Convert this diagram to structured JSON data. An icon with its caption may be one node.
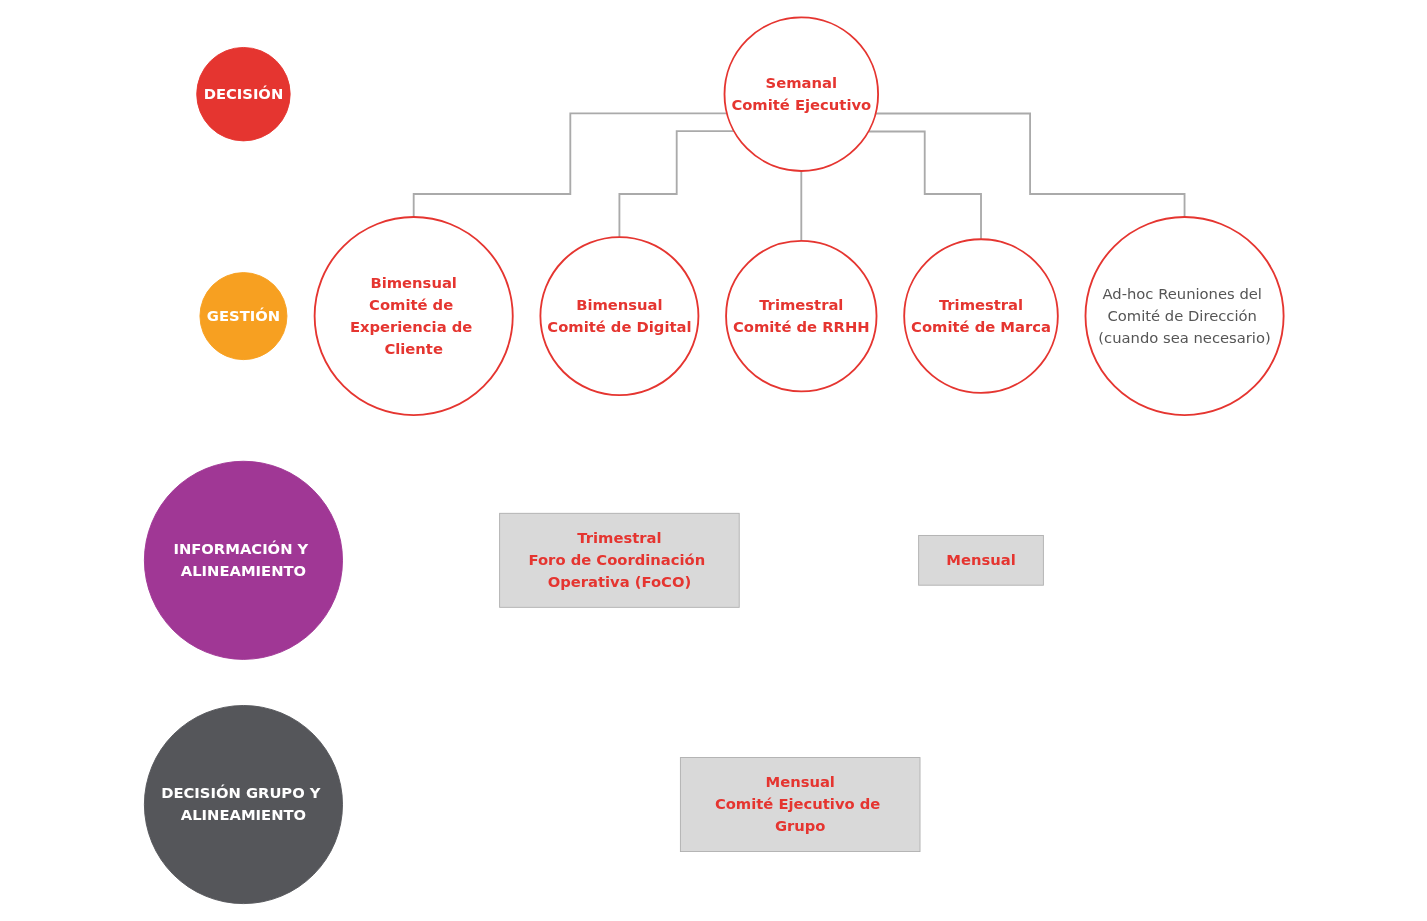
{
  "diagram": {
    "nodes": [
      {
        "text": [
          "DECISIÓN"
        ]
      },
      {
        "text": [
          "GESTIÓN"
        ]
      },
      {
        "text": [
          "INFORMACIÓN Y ALINEAMIENTO"
        ]
      },
      {
        "text": [
          "DECISIÓN GRUPO Y ALINEAMIENTO"
        ]
      },
      {
        "text": [
          "Semanal",
          "Comité Ejecutivo"
        ]
      },
      {
        "text": [
          "Bimensual",
          "Comité de Experiencia de Cliente"
        ]
      },
      {
        "text": [
          "Bimensual",
          "Comité de Digital"
        ]
      },
      {
        "text": [
          "Trimestral",
          "Comité de RRHH"
        ]
      },
      {
        "text": [
          "Trimestral",
          "Comité de Marca"
        ]
      },
      {
        "text": [
          "Ad-hoc Reuniones del Comité de Dirección (cuando sea necesario)"
        ]
      },
      {
        "text": [
          "Trimestral",
          "Foro de Coordinación Operativa (FoCO)"
        ]
      },
      {
        "text": [
          "Mensual"
        ]
      },
      {
        "text": [
          "Mensual",
          "Comité Ejecutivo de Grupo"
        ]
      }
    ],
    "edges": [
      {
        "from": 4,
        "to": 5,
        "arrow": "none"
      },
      {
        "from": 4,
        "to": 6,
        "arrow": "none"
      },
      {
        "from": 4,
        "to": 7,
        "arrow": "none"
      },
      {
        "from": 4,
        "to": 8,
        "arrow": "none"
      },
      {
        "from": 4,
        "to": 9,
        "arrow": "none"
      }
    ]
  }
}
